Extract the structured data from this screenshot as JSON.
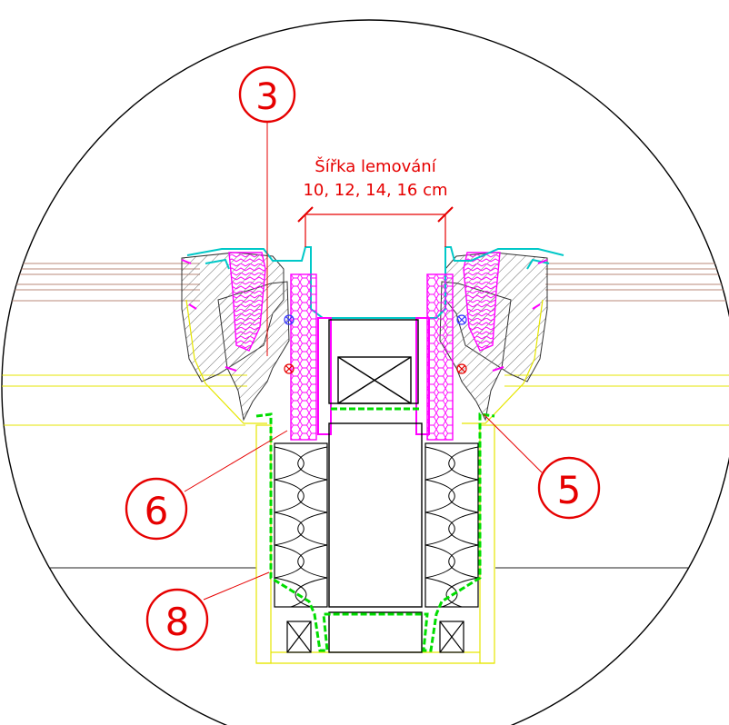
{
  "callouts": {
    "c3": "3",
    "c5": "5",
    "c6": "6",
    "c8": "8"
  },
  "dimension": {
    "title": "Šířka lemování",
    "values": "10, 12, 14, 16 cm"
  },
  "colors": {
    "annotation": "#e60000",
    "outline": "#000000",
    "glazing": "#b88a7a",
    "frame_yellow": "#e6e600",
    "insulation_magenta": "#ff00ff",
    "flashing_cyan": "#00c8c8",
    "seal_green": "#00dd00",
    "hatch_gray": "#707070"
  }
}
